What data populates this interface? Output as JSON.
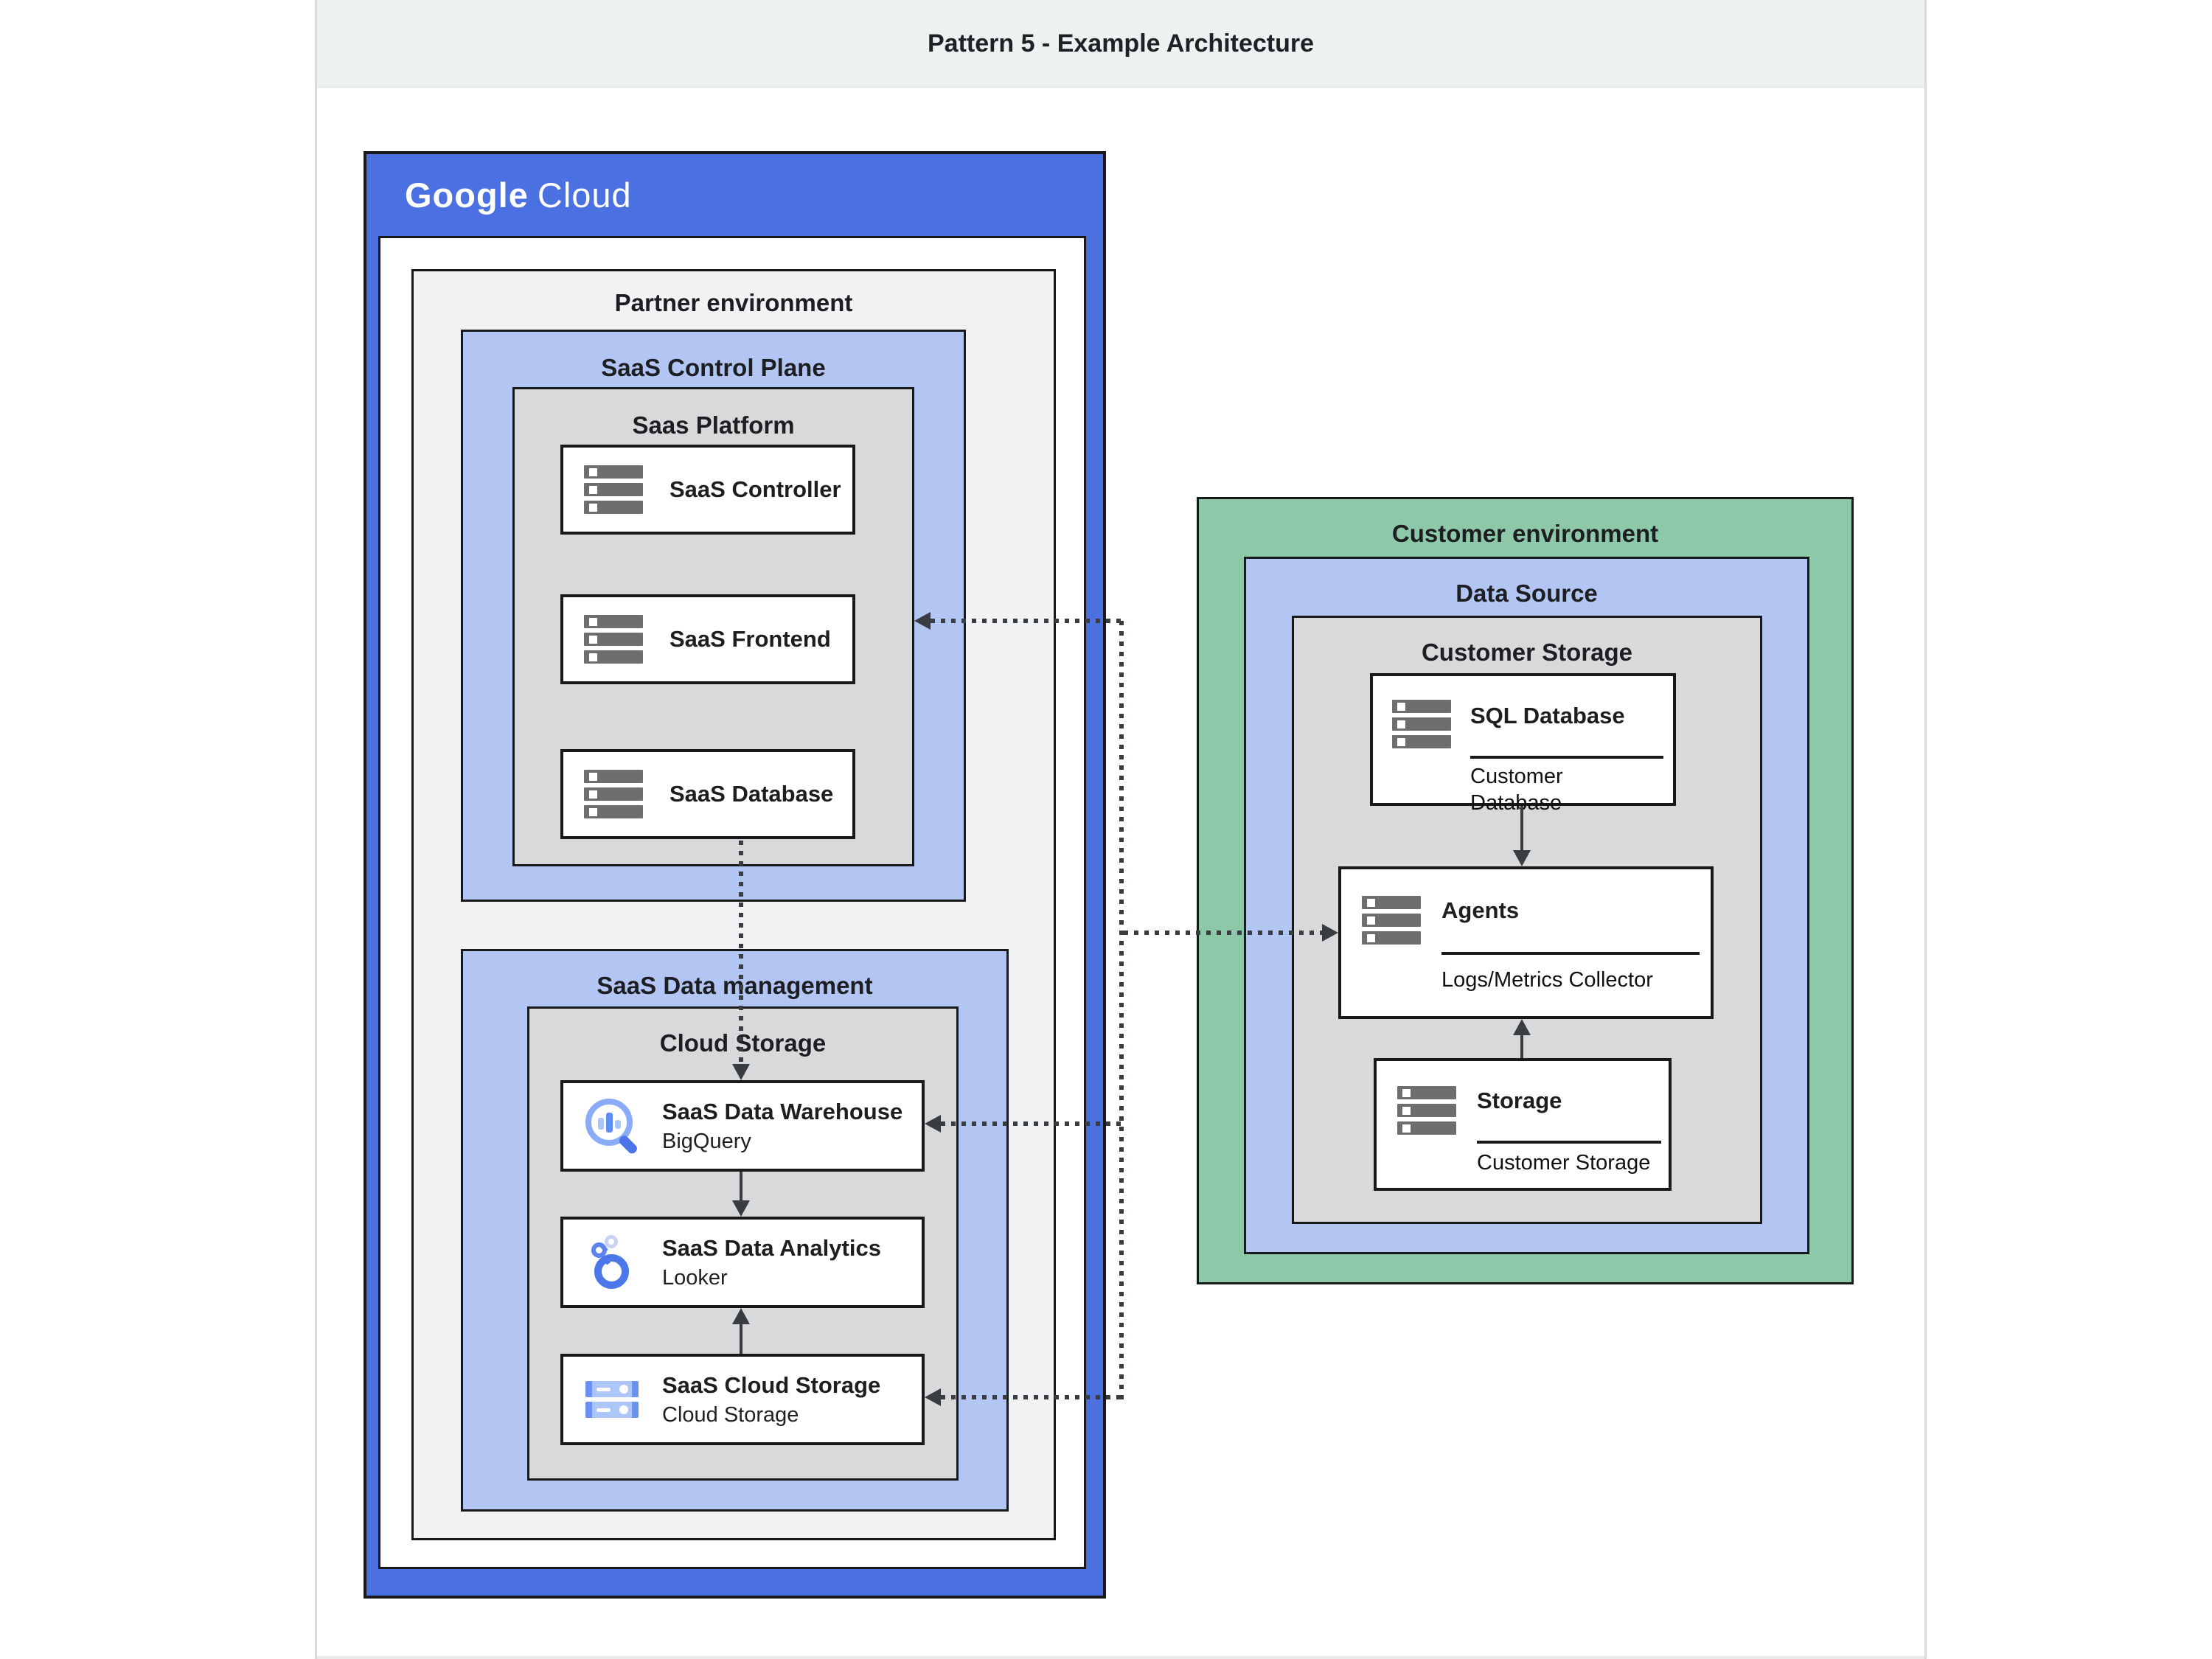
{
  "header": {
    "title": "Pattern 5 - Example Architecture"
  },
  "google_cloud": {
    "logo_part1": "Google",
    "logo_part2": "Cloud",
    "partner_environment": {
      "label": "Partner environment",
      "saas_control_plane": {
        "label": "SaaS Control Plane",
        "saas_platform": {
          "label": "Saas Platform",
          "components": [
            {
              "label": "SaaS Controller",
              "icon": "server-icon"
            },
            {
              "label": "SaaS Frontend",
              "icon": "server-icon"
            },
            {
              "label": "SaaS Database",
              "icon": "server-icon"
            }
          ]
        }
      },
      "saas_data_management": {
        "label": "SaaS Data management",
        "cloud_storage": {
          "label": "Cloud Storage",
          "components": [
            {
              "title": "SaaS Data Warehouse",
              "subtitle": "BigQuery",
              "icon": "bigquery-icon"
            },
            {
              "title": "SaaS Data Analytics",
              "subtitle": "Looker",
              "icon": "looker-icon"
            },
            {
              "title": "SaaS Cloud Storage",
              "subtitle": "Cloud Storage",
              "icon": "cloud-storage-icon"
            }
          ]
        }
      }
    }
  },
  "customer_environment": {
    "label": "Customer environment",
    "data_source": {
      "label": "Data Source",
      "customer_storage": {
        "label": "Customer Storage",
        "components": [
          {
            "title": "SQL Database",
            "subtitle": "Customer Database",
            "icon": "server-icon"
          },
          {
            "title": "Agents",
            "subtitle": "Logs/Metrics Collector",
            "icon": "server-icon"
          },
          {
            "title": "Storage",
            "subtitle": "Customer Storage",
            "icon": "server-icon"
          }
        ]
      }
    }
  },
  "colors": {
    "google_cloud_blue": "#4a70e2",
    "light_blue_zone": "#b2c5f3",
    "gray_zone": "#d8d9db",
    "partner_gray": "#f0f2f4",
    "customer_green": "#8dc9a9",
    "header_band": "#eef1f2",
    "connector": "#393d42"
  }
}
